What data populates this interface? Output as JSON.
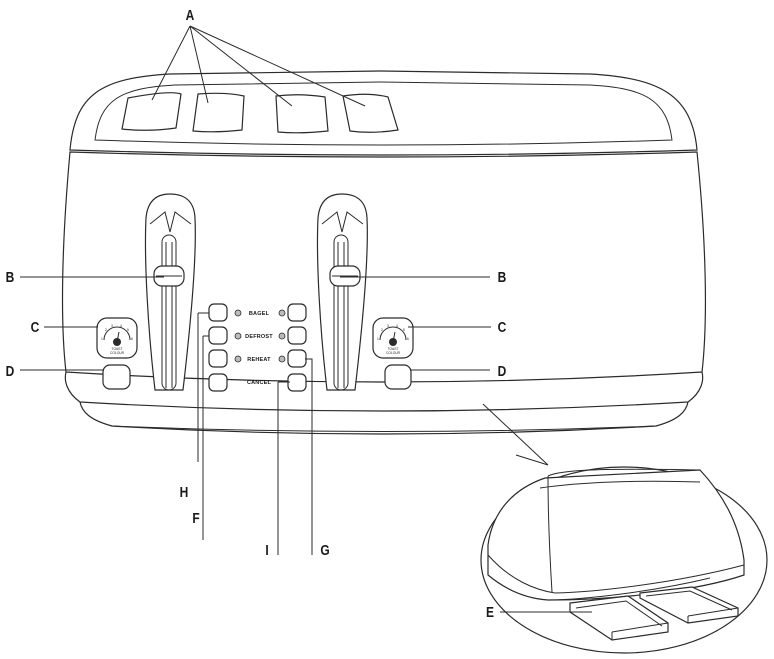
{
  "callouts": {
    "a": "A",
    "b": "B",
    "c": "C",
    "d": "D",
    "e": "E",
    "f": "F",
    "g": "G",
    "h": "H",
    "i": "I"
  },
  "buttons": {
    "bagel": "BAGEL",
    "defrost": "DEFROST",
    "reheat": "REHEAT",
    "cancel": "CANCEL"
  },
  "dial": {
    "caption_line1": "TOAST",
    "caption_line2": "COLOUR",
    "scale": [
      "1",
      "2",
      "3",
      "4",
      "5",
      "6"
    ]
  }
}
